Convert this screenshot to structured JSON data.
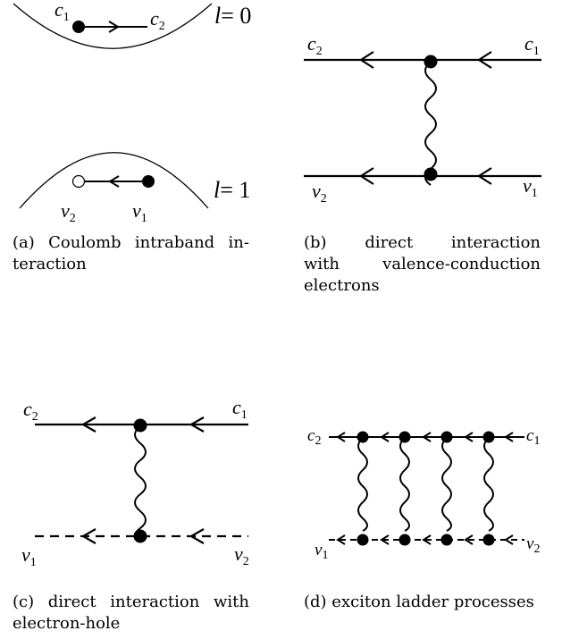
{
  "panel_a": {
    "top_left": {
      "sym": "c",
      "sub": "1"
    },
    "top_right": {
      "sym": "c",
      "sub": "2"
    },
    "top_band": {
      "sym": "l",
      "eq": "= 0"
    },
    "bottom_left": {
      "sym": "v",
      "sub": "2"
    },
    "bottom_right": {
      "sym": "v",
      "sub": "1"
    },
    "bottom_band": {
      "sym": "l",
      "eq": "= 1"
    },
    "caption_lines": [
      "(a) Coulomb intraband in-",
      "teraction"
    ]
  },
  "panel_b": {
    "top_left": {
      "sym": "c",
      "sub": "2"
    },
    "top_right": {
      "sym": "c",
      "sub": "1"
    },
    "bottom_left": {
      "sym": "v",
      "sub": "2"
    },
    "bottom_right": {
      "sym": "v",
      "sub": "1"
    },
    "caption_lines": [
      "(b)    direct    interaction",
      "with    valence-conduction",
      "electrons"
    ]
  },
  "panel_c": {
    "top_left": {
      "sym": "c",
      "sub": "2"
    },
    "top_right": {
      "sym": "c",
      "sub": "1"
    },
    "bottom_left": {
      "sym": "v",
      "sub": "1"
    },
    "bottom_right": {
      "sym": "v",
      "sub": "2"
    },
    "caption_lines": [
      "(c) direct interaction with",
      "electron-hole"
    ]
  },
  "panel_d": {
    "top_left": {
      "sym": "c",
      "sub": "2"
    },
    "top_right": {
      "sym": "c",
      "sub": "1"
    },
    "bottom_left": {
      "sym": "v",
      "sub": "1"
    },
    "bottom_right": {
      "sym": "v",
      "sub": "2"
    },
    "caption_lines": [
      "(d) exciton ladder processes"
    ]
  }
}
